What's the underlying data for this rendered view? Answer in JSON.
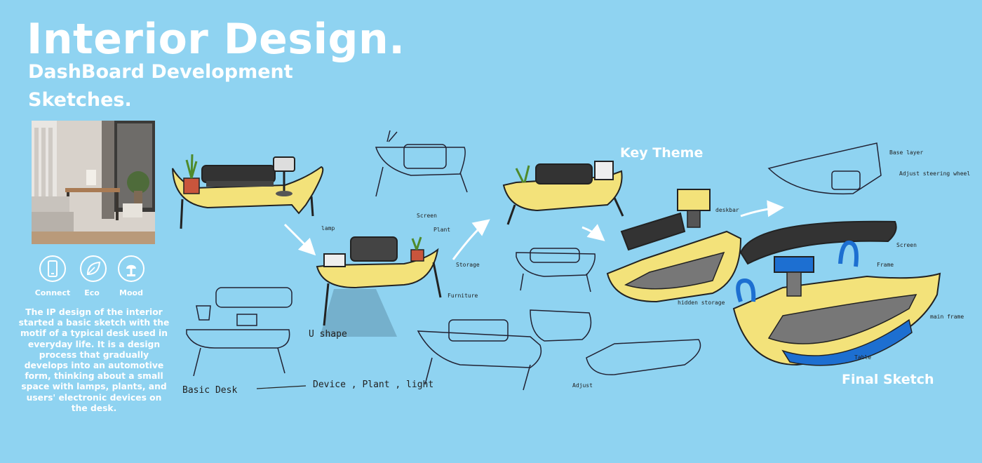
{
  "header": {
    "title": "Interior Design.",
    "subtitle_line1": "DashBoard Development",
    "subtitle_line2": "Sketches."
  },
  "icons": [
    {
      "name": "phone-icon",
      "label": "Connect"
    },
    {
      "name": "leaf-icon",
      "label": "Eco"
    },
    {
      "name": "lamp-icon",
      "label": "Mood"
    }
  ],
  "description": "The IP design of the interior started a basic sketch with the motif of a typical desk used in everyday life. It is a design process that gradually develops into an automotive form, thinking about a small space with lamps, plants, and users' electronic devices on the desk.",
  "sections": {
    "key_theme": "Key Theme",
    "final_sketch": "Final Sketch"
  },
  "annotations": {
    "u_shape": "U shape",
    "basic_desk": "Basic Desk",
    "device_plant_light": "Device , Plant , light",
    "lamp": "lamp",
    "screen": "Screen",
    "plant": "Plant",
    "storage": "Storage",
    "furniture": "Furniture",
    "base_layer": "Base layer",
    "adjust_steering_wheel": "Adjust steering wheel",
    "desk_bar": "deskbar",
    "hidden_storage": "hidden storage",
    "screen_final": "Screen",
    "frame": "Frame",
    "main_frame": "main frame",
    "table": "Table",
    "adjust": "Adjust"
  },
  "colors": {
    "background": "#8fd3f1",
    "accent_yellow": "#f3e27a",
    "accent_blue": "#1d6fd1",
    "ink": "#222222"
  }
}
